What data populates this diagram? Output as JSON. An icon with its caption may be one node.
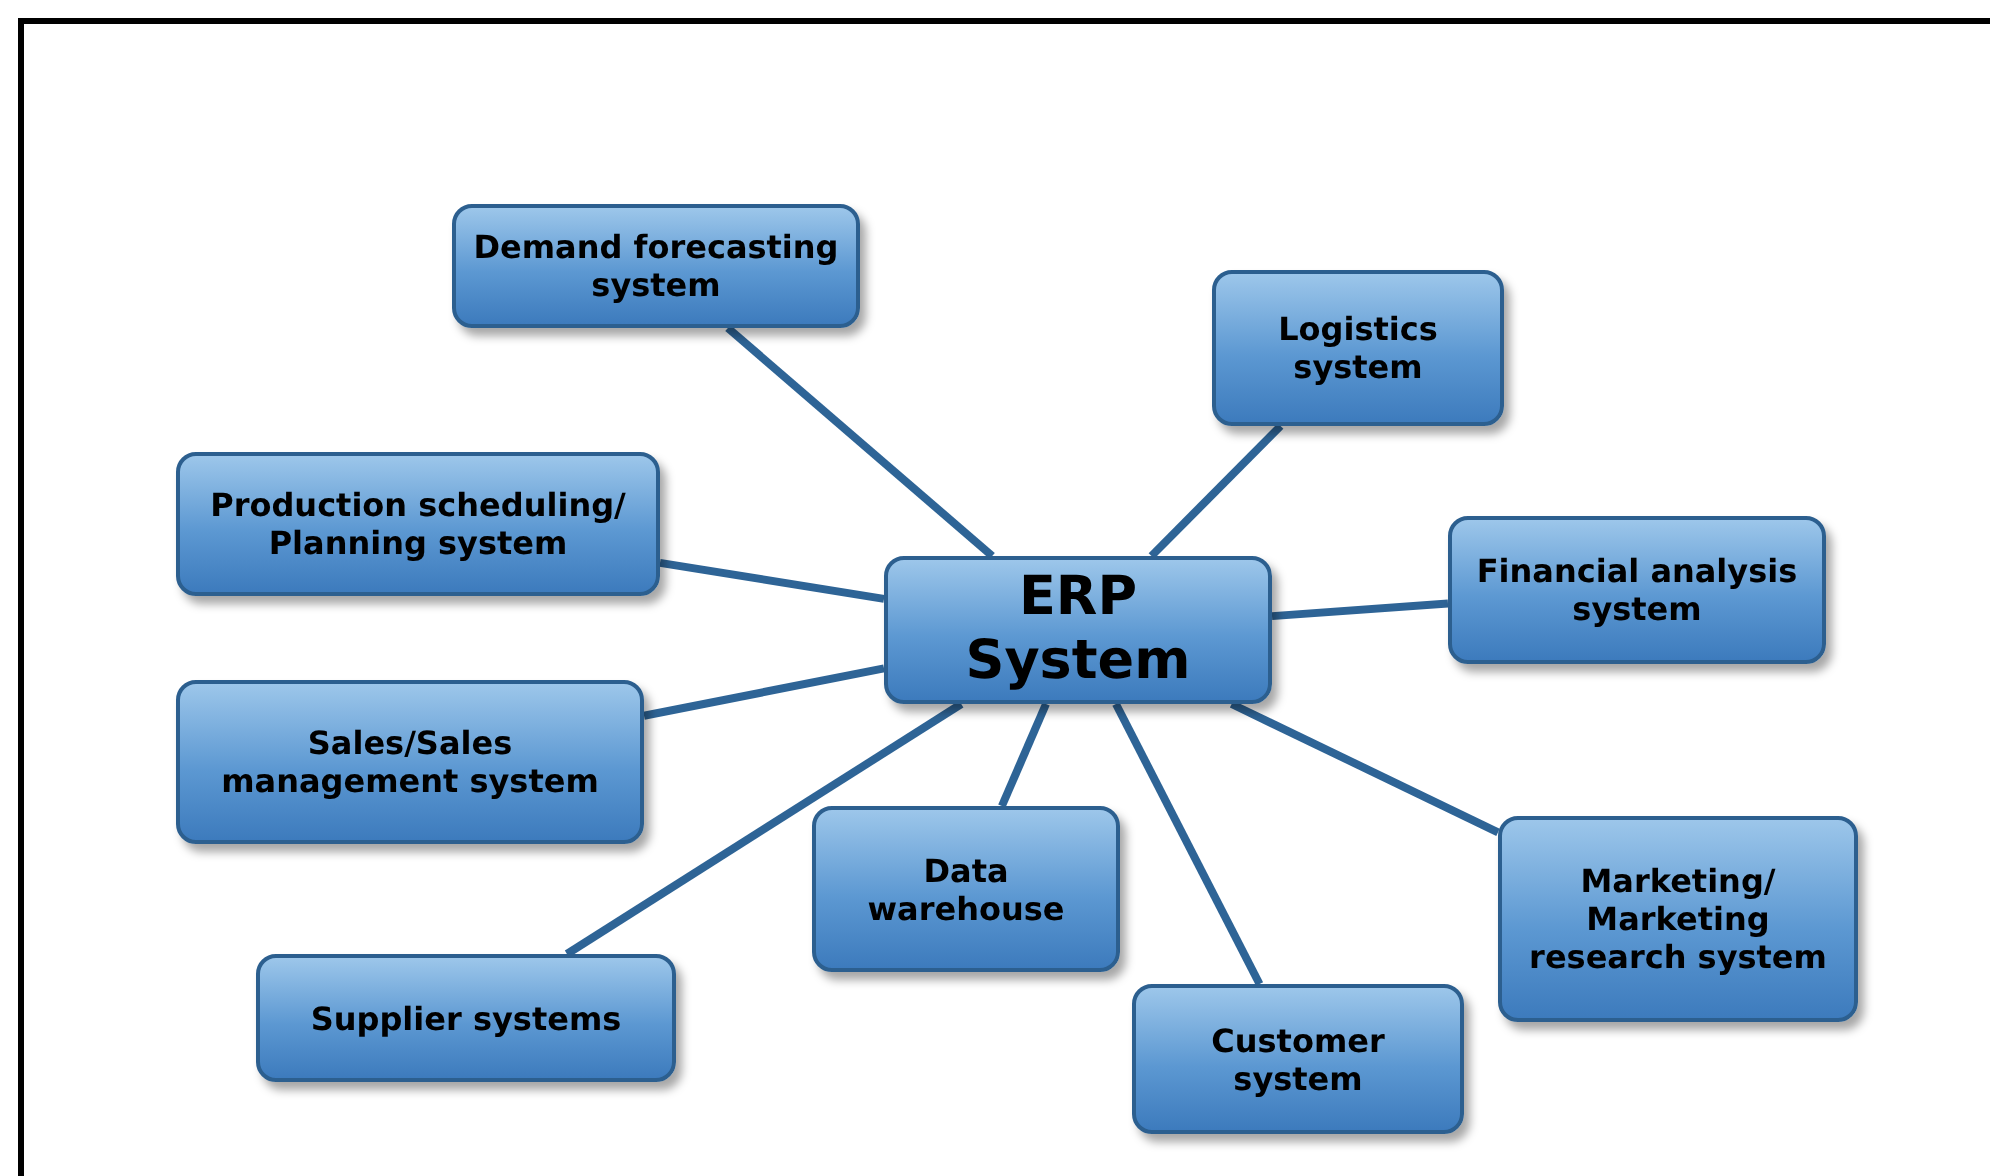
{
  "diagram": {
    "nodes": [
      {
        "text": [
          "ERP System"
        ]
      },
      {
        "text": [
          "Demand forecasting system"
        ]
      },
      {
        "text": [
          "Logistics system"
        ]
      },
      {
        "text": [
          "Production scheduling/ Planning system"
        ]
      },
      {
        "text": [
          "Financial analysis system"
        ]
      },
      {
        "text": [
          "Sales/Sales management system"
        ]
      },
      {
        "text": [
          "Data warehouse"
        ]
      },
      {
        "text": [
          "Marketing/ Marketing research system"
        ]
      },
      {
        "text": [
          "Supplier systems"
        ]
      },
      {
        "text": [
          "Customer system"
        ]
      }
    ],
    "edges": [
      {
        "from": 0,
        "to": 1,
        "arrow": "none"
      },
      {
        "from": 0,
        "to": 2,
        "arrow": "none"
      },
      {
        "from": 0,
        "to": 3,
        "arrow": "none"
      },
      {
        "from": 0,
        "to": 4,
        "arrow": "none"
      },
      {
        "from": 0,
        "to": 5,
        "arrow": "none"
      },
      {
        "from": 0,
        "to": 6,
        "arrow": "none"
      },
      {
        "from": 0,
        "to": 7,
        "arrow": "none"
      },
      {
        "from": 0,
        "to": 8,
        "arrow": "none"
      },
      {
        "from": 0,
        "to": 9,
        "arrow": "none"
      }
    ]
  }
}
